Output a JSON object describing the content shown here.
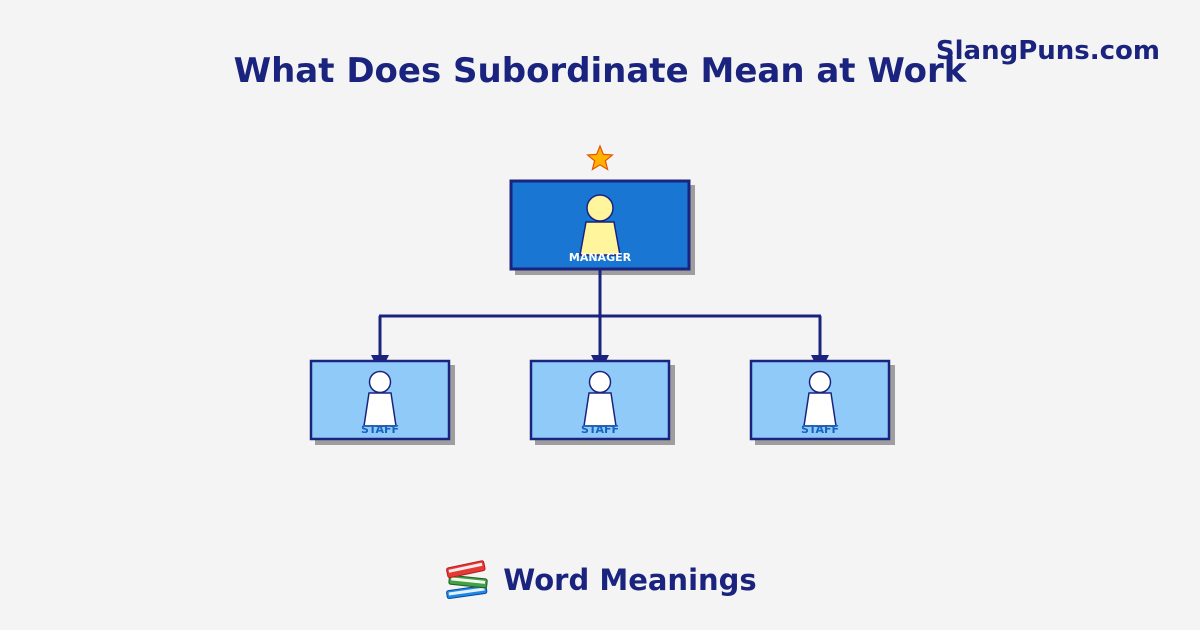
{
  "header": {
    "title": "What Does Subordinate Mean at Work",
    "brand": "SlangPuns.com"
  },
  "org_chart": {
    "manager": {
      "label": "MANAGER",
      "badge_icon": "star-icon"
    },
    "staff": [
      {
        "label": "STAFF"
      },
      {
        "label": "STAFF"
      },
      {
        "label": "STAFF"
      }
    ]
  },
  "footer": {
    "icon": "books-icon",
    "label": "Word Meanings"
  },
  "colors": {
    "navy": "#1a237e",
    "manager_fill": "#1976d2",
    "staff_fill": "#90caf9",
    "manager_figure": "#fff59d",
    "star": "#ffb300",
    "shadow": "#9e9e9e"
  }
}
